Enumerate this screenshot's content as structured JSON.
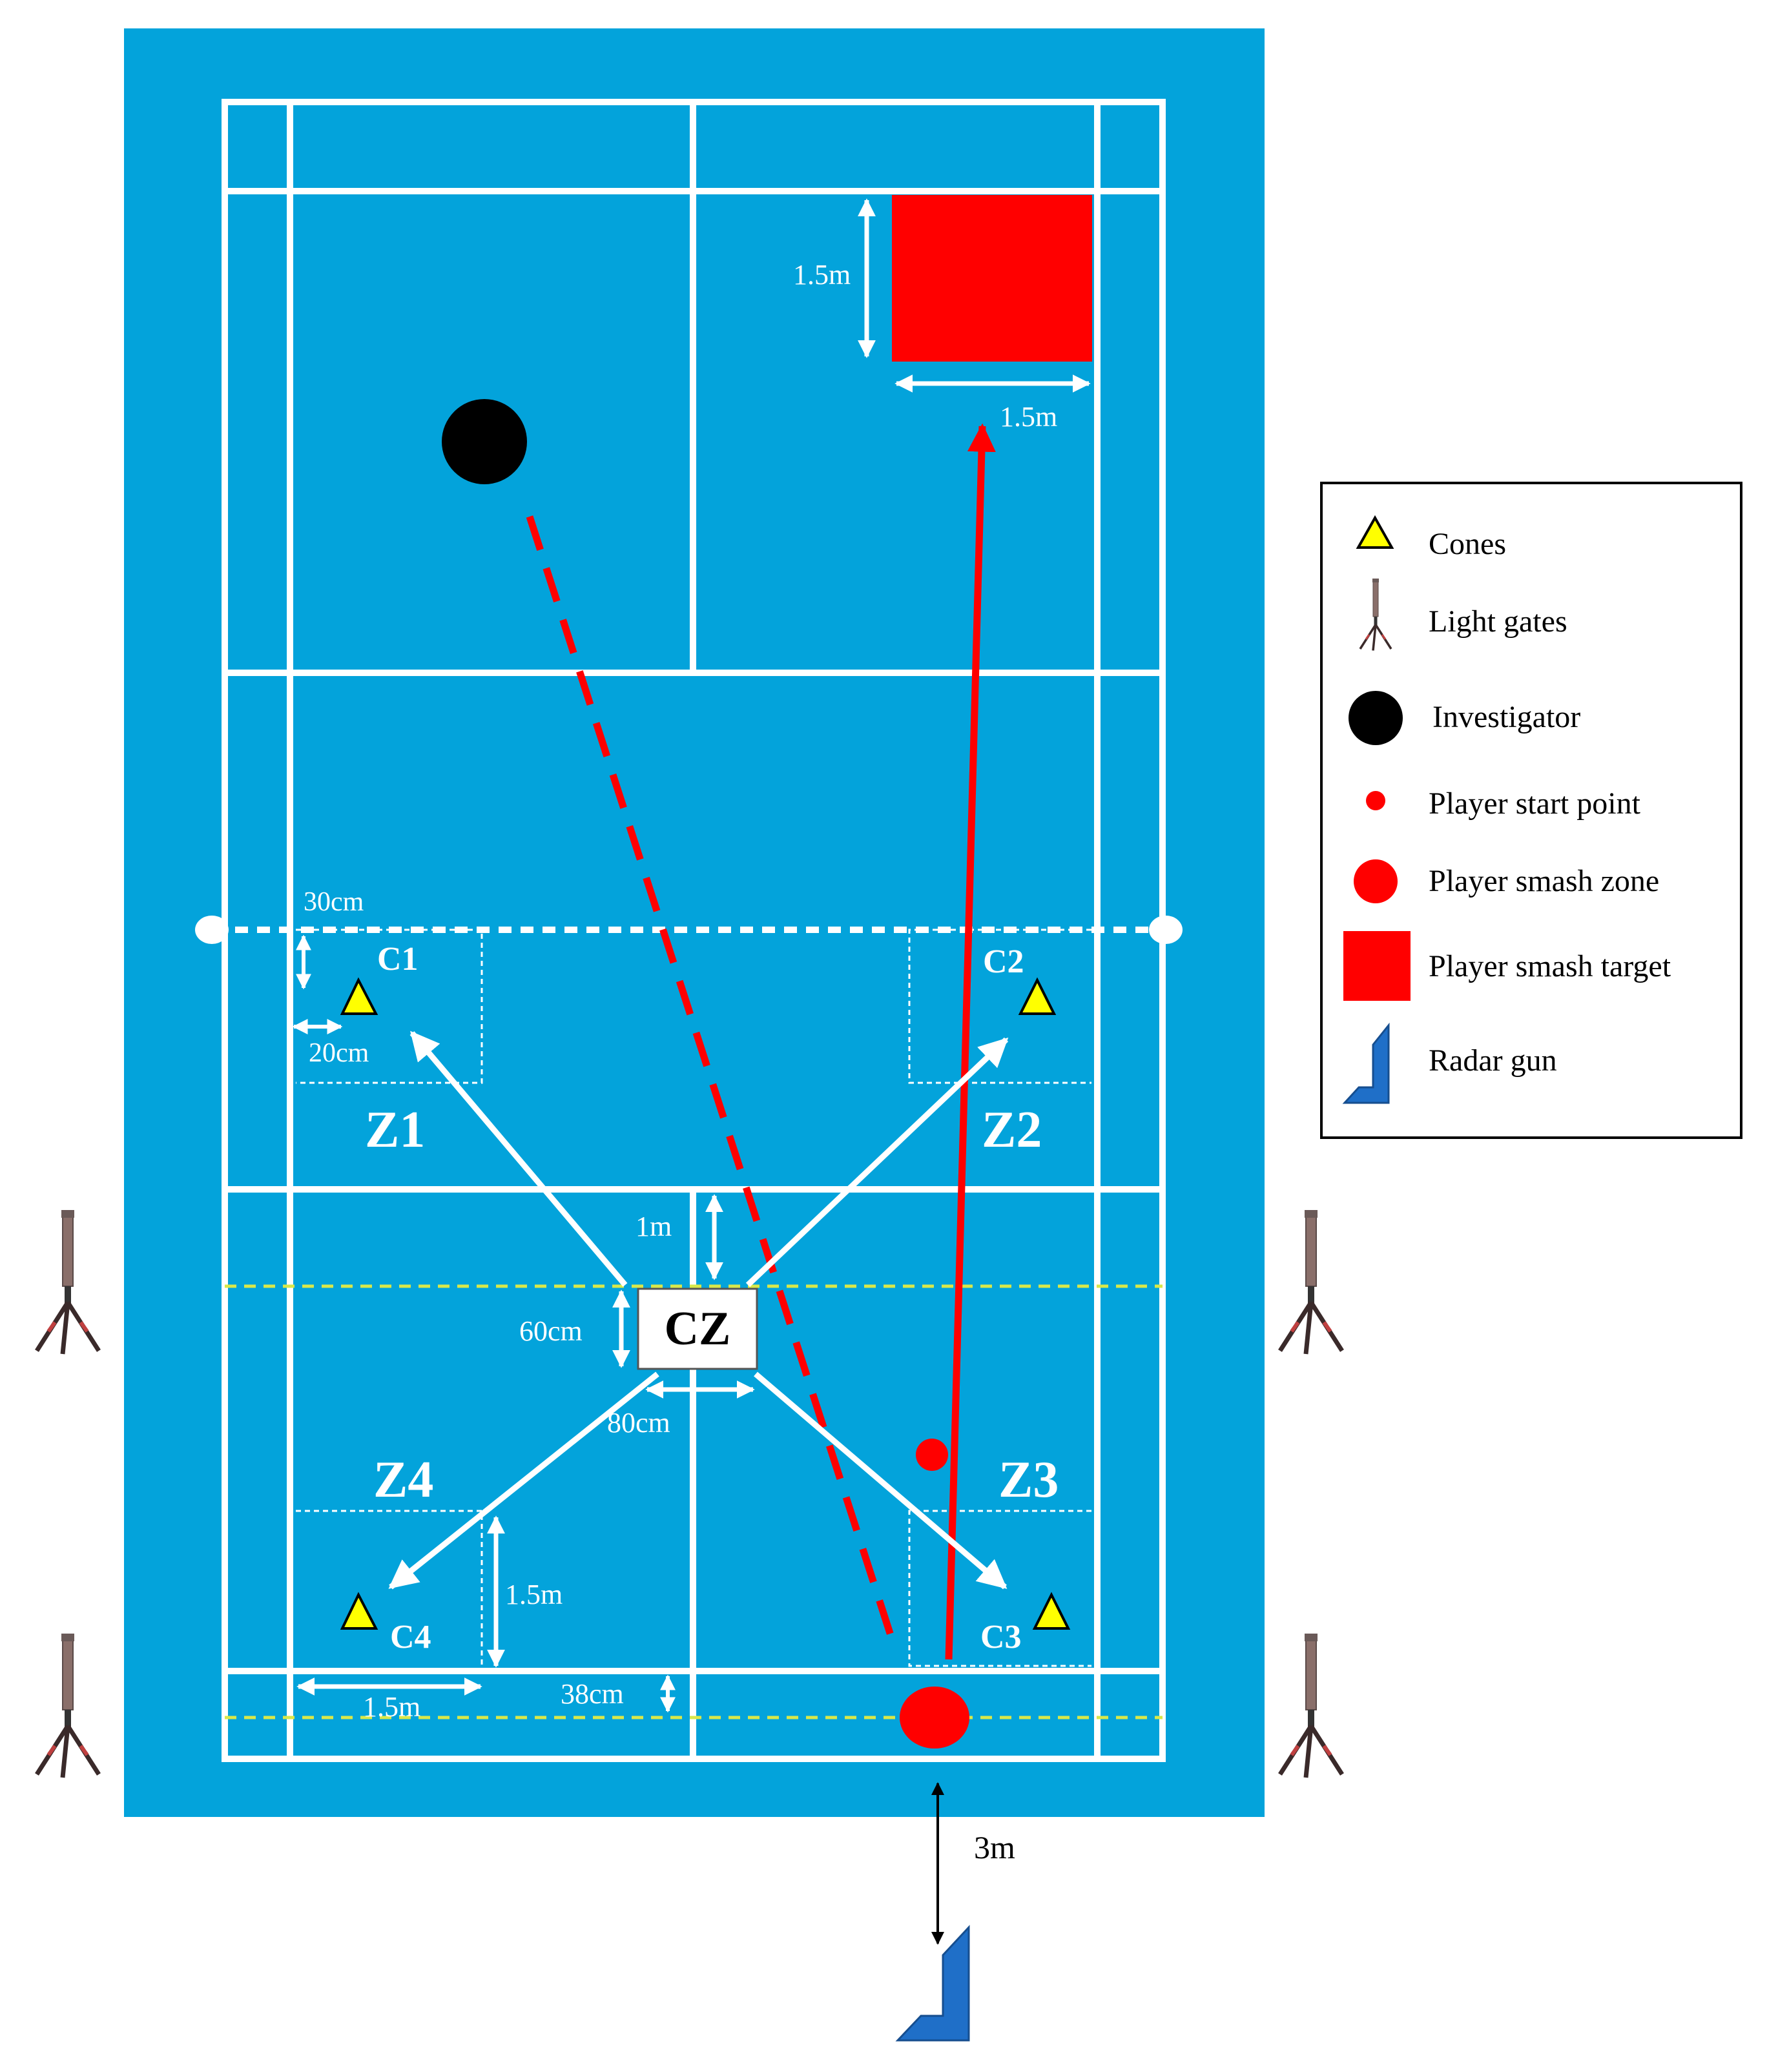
{
  "colors": {
    "court": "#03A3DB",
    "line": "#FFFFFF",
    "accent_red": "#FF0000",
    "investigator": "#000000",
    "cone": "#FFFF00",
    "radar": "#1F6FC8",
    "center_zone": "#FFFFFF",
    "guide_line": "#D8E84A"
  },
  "zones": {
    "z1": "Z1",
    "z2": "Z2",
    "z3": "Z3",
    "z4": "Z4",
    "center": "CZ"
  },
  "cones": {
    "c1": "C1",
    "c2": "C2",
    "c3": "C3",
    "c4": "C4"
  },
  "measurements": {
    "target_height": "1.5m",
    "target_width": "1.5m",
    "net_offset": "30cm",
    "side_offset": "20cm",
    "service_gap": "1m",
    "cz_height": "60cm",
    "cz_width": "80cm",
    "corner_box_height": "1.5m",
    "corner_box_width": "1.5m",
    "back_gap": "38cm",
    "radar_distance": "3m"
  },
  "legend": {
    "items": [
      {
        "icon": "cone-icon",
        "label": "Cones"
      },
      {
        "icon": "light-gate-icon",
        "label": "Light gates"
      },
      {
        "icon": "investigator-icon",
        "label": "Investigator"
      },
      {
        "icon": "start-point-icon",
        "label": "Player start point"
      },
      {
        "icon": "smash-zone-icon",
        "label": "Player smash zone"
      },
      {
        "icon": "smash-target-icon",
        "label": "Player smash target"
      },
      {
        "icon": "radar-gun-icon",
        "label": "Radar gun"
      }
    ]
  }
}
